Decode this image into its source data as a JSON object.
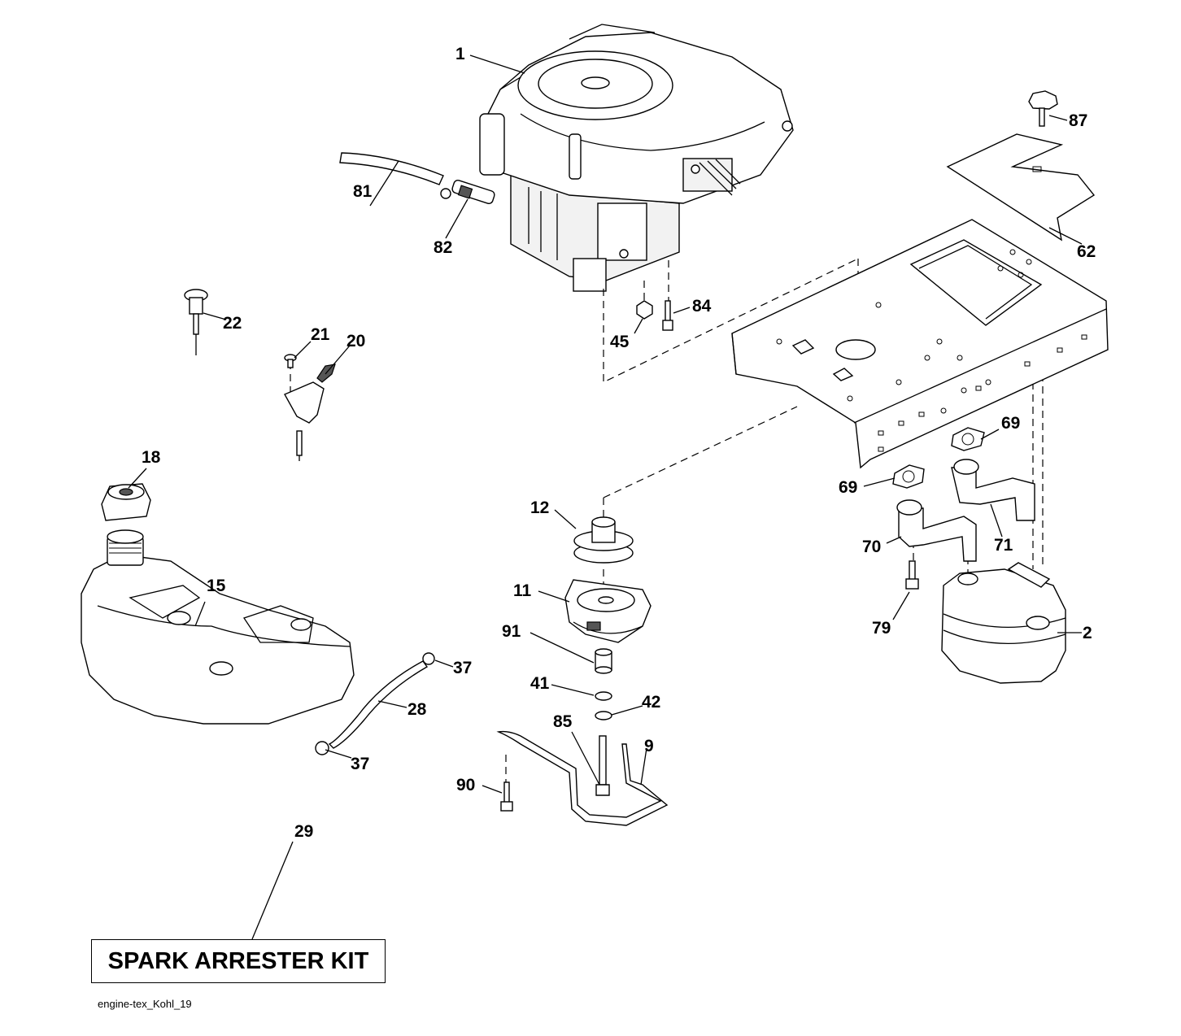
{
  "labels": {
    "l1": "1",
    "l2": "2",
    "l9": "9",
    "l11": "11",
    "l12": "12",
    "l15": "15",
    "l18": "18",
    "l20": "20",
    "l21": "21",
    "l22": "22",
    "l28": "28",
    "l29": "29",
    "l37a": "37",
    "l37b": "37",
    "l41": "41",
    "l42": "42",
    "l45": "45",
    "l62": "62",
    "l69a": "69",
    "l69b": "69",
    "l70": "70",
    "l71": "71",
    "l79": "79",
    "l81": "81",
    "l82": "82",
    "l84": "84",
    "l85": "85",
    "l87": "87",
    "l90": "90",
    "l91": "91"
  },
  "kit_label": "SPARK ARRESTER KIT",
  "file_name": "engine-tex_Kohl_19"
}
